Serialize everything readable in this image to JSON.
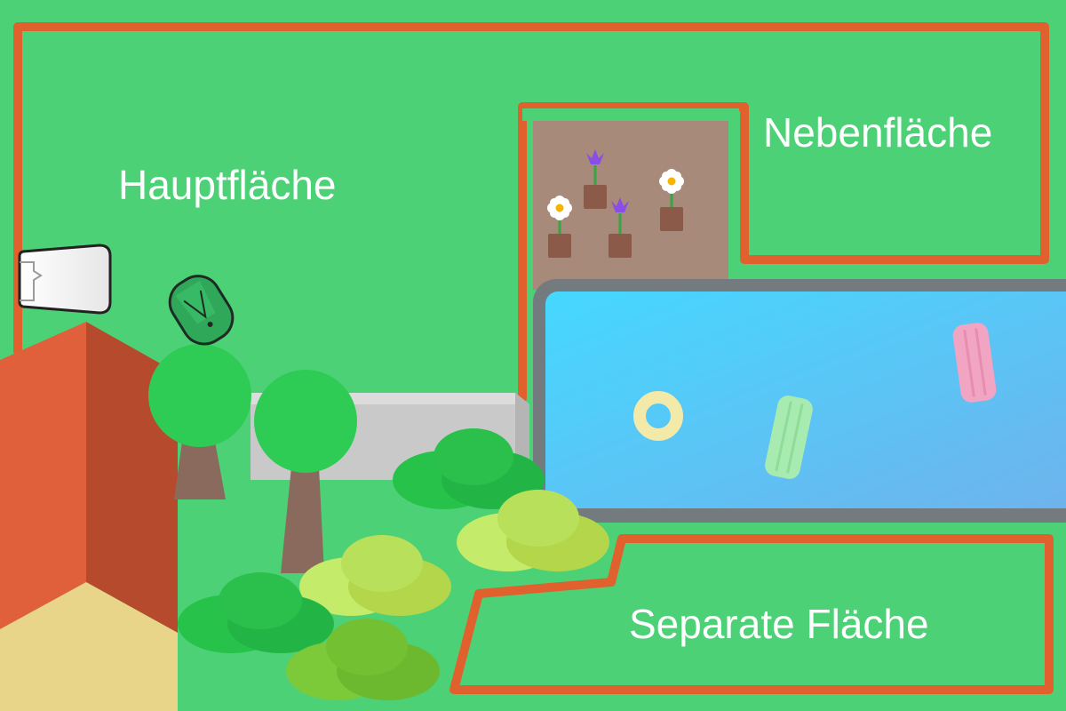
{
  "zones": [
    {
      "id": "main",
      "label": "Hauptfläche"
    },
    {
      "id": "secondary",
      "label": "Nebenfläche"
    },
    {
      "id": "separate",
      "label": "Separate Fläche"
    }
  ],
  "colors": {
    "lawn": "#4dd176",
    "boundary_wire": "#e0602e",
    "flowerbed": "#a88a7a",
    "pool_frame": "#737b7e",
    "pool_water": "#52c8f5",
    "house_wall": "#d9573a",
    "house_floor": "#e9d58a",
    "wall": "#c7c7c7",
    "tree_trunk": "#8b6a5e",
    "tree_crown": "#2ecc55",
    "bush_light": "#c4ec6a",
    "bush_dark": "#27c24a",
    "mower": "#2fa85a"
  },
  "icons": {
    "mower": "robot-mower-icon",
    "dock": "charging-station-icon",
    "flower_white": "daisy-flower-icon",
    "flower_purple": "tulip-flower-icon",
    "float_ring": "swim-ring-icon",
    "float_mattress": "pool-float-icon"
  }
}
